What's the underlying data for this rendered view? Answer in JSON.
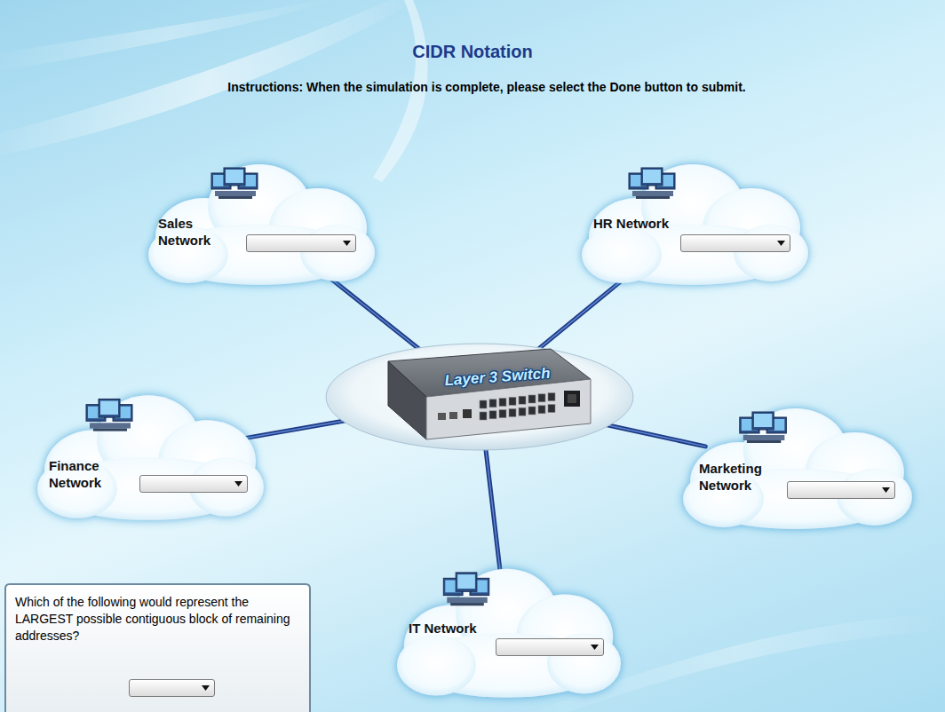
{
  "diagram": {
    "title": "CIDR Notation",
    "nodes": [
      {
        "text": [
          "Sales Network"
        ]
      },
      {
        "text": [
          "HR Network"
        ]
      },
      {
        "text": [
          "Layer 3 Switch"
        ]
      },
      {
        "text": [
          "Finance Network"
        ]
      },
      {
        "text": [
          "Marketing Network"
        ]
      },
      {
        "text": [
          "IT Network"
        ]
      },
      {
        "text": [
          "Which of the following would represent the LARGEST possible contiguous block of remaining addresses?"
        ]
      }
    ],
    "edges": [
      {
        "from": 2,
        "to": 0,
        "arrow": "none"
      },
      {
        "from": 2,
        "to": 1,
        "arrow": "none"
      },
      {
        "from": 2,
        "to": 3,
        "arrow": "none"
      },
      {
        "from": 2,
        "to": 4,
        "arrow": "none"
      },
      {
        "from": 2,
        "to": 5,
        "arrow": "none"
      }
    ],
    "labels": [
      "Instructions: When the simulation is complete, please select the Done button to submit."
    ]
  }
}
